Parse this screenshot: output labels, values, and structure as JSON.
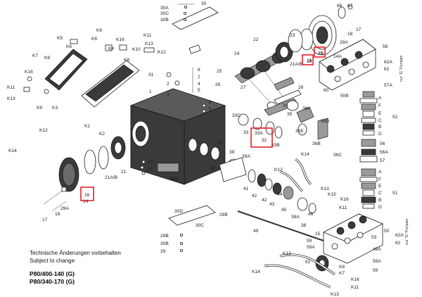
{
  "notes": {
    "line1": "Technische Änderungen vorbehalten",
    "line2": "Subject to change"
  },
  "models": {
    "line1": "P80/400-140 (G)",
    "line2": "P80/340-170 (G)"
  },
  "side_notes": {
    "top": "nur \"G\" Pumpen",
    "bottom": "nur \"G\" Pumpen"
  },
  "highlight_color": "#e0222b",
  "labels": {
    "n30A": "30A",
    "n30C": "30C",
    "n30B": "30B",
    "n30": "30",
    "n66": "66",
    "n67": "67",
    "n29A_t": "29A",
    "n18_t": "18",
    "n17_t": "17",
    "n14A": "14A",
    "n15_t": "15",
    "n16_t": "16",
    "n21AB_t": "21A/B",
    "n23": "23",
    "n58": "58",
    "n62A_t": "62A",
    "n62_t": "62",
    "n57A": "57A",
    "n60": "60",
    "n50B": "50B",
    "n24": "24",
    "n22": "22",
    "n25": "25",
    "n26": "26",
    "n27": "27",
    "n28": "28",
    "n31": "31",
    "n2": "2",
    "n3": "3",
    "n4": "4",
    "n5": "5",
    "n6": "6",
    "n7": "7",
    "n8": "8",
    "n1": "1",
    "n13a": "13",
    "n13b": "13",
    "n13c": "13",
    "n50A": "50A",
    "n33C": "33C",
    "n33": "33",
    "n33A": "33A",
    "n32": "32",
    "n33B": "33B",
    "n34": "34",
    "n35": "35",
    "n36A": "36A",
    "n36E": "36E",
    "n36D": "36D",
    "n36B": "36B",
    "n36C": "36C",
    "n37": "37",
    "n38": "38",
    "n39": "39",
    "n39A": "39A",
    "n40": "40",
    "n41": "41",
    "n42a": "42",
    "n42b": "42",
    "n43": "43",
    "n44": "44",
    "n45": "45",
    "n46": "46",
    "n38A": "38A",
    "n49": "49",
    "n14L": "14",
    "n16L": "16",
    "n21AB_L": "21A/B",
    "n21": "21",
    "n20": "20",
    "n19": "19",
    "n18L": "18",
    "n17L": "17",
    "n29A_L": "29A",
    "n30D": "30D",
    "n29B": "29B",
    "n29B2": "29B",
    "n30C2": "30C",
    "n30B2": "30B",
    "n29": "29",
    "k5": "K5",
    "k6": "K6",
    "k9": "K9",
    "k8a": "K8",
    "k16a": "K16",
    "k11a": "K11",
    "k4": "K4",
    "k13a": "K13",
    "k10": "K10",
    "k12a": "K12",
    "k8b": "K8",
    "k7": "K7",
    "k8c": "K8",
    "k16b": "K16",
    "k11b": "K11",
    "k13b": "K13",
    "k9b": "K9",
    "k3": "K3",
    "k2": "K2",
    "k1": "K1",
    "k12b": "K12",
    "k14a": "K14",
    "k14b": "K14",
    "k12c": "K12",
    "k13c": "K13",
    "k15": "K15",
    "k16c": "K16",
    "k11c": "K11",
    "k12d": "K12",
    "k14c": "K14",
    "k8d": "K8",
    "k7b": "K7",
    "k16d": "K16",
    "k11d": "K11",
    "k13d": "K13",
    "v52": "52",
    "v51": "51",
    "vA1": "A",
    "vF1": "F",
    "vE1": "E",
    "vC1": "C",
    "vB1": "B",
    "vD1": "D",
    "v56": "56",
    "v56A": "56A",
    "v57": "57",
    "vA2": "A",
    "vF2": "F",
    "vE2": "E",
    "vC2": "C",
    "vB2": "B",
    "vD2": "D",
    "n50": "50",
    "n62A_b": "62A",
    "n62_b": "62",
    "n49A": "49A",
    "n53": "53",
    "n59A": "59A",
    "n59a": "59",
    "n59b": "59",
    "n59c": "59",
    "n59d": "59",
    "n61": "61"
  }
}
